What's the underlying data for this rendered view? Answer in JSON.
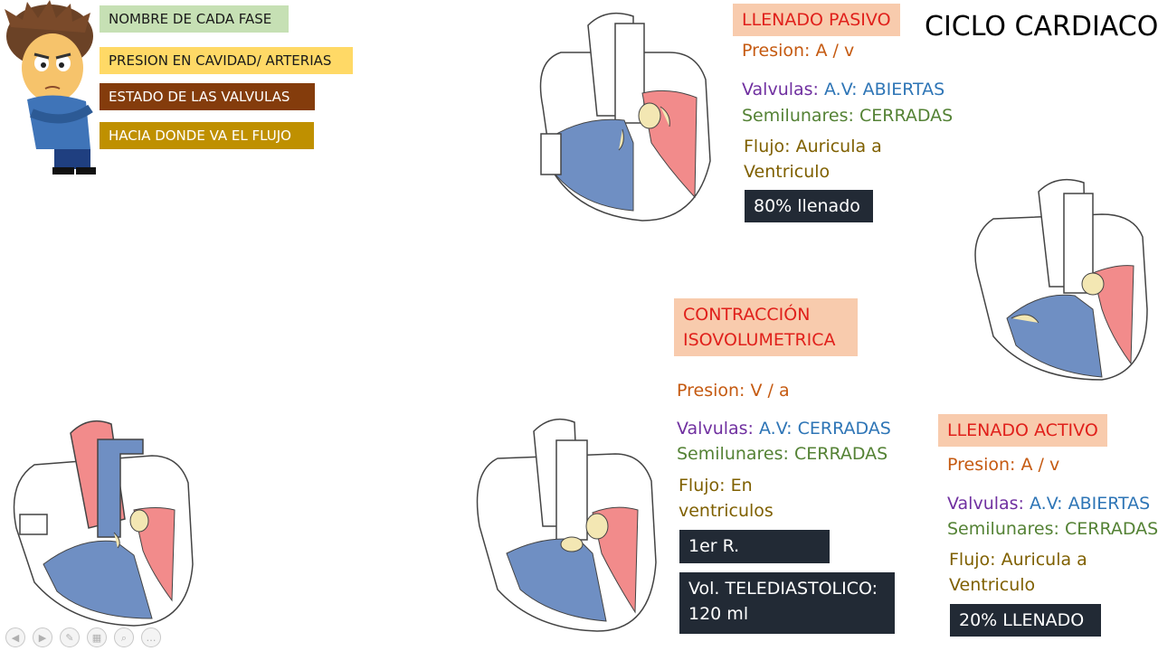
{
  "legend": [
    {
      "label": "NOMBRE DE CADA FASE",
      "color": "#c6e0b4"
    },
    {
      "label": "PRESION EN CAVIDAD/ ARTERIAS",
      "color": "#ffd966"
    },
    {
      "label": "ESTADO DE LAS VALVULAS",
      "color": "#843c0c"
    },
    {
      "label": "HACIA DONDE VA EL FLUJO",
      "color": "#bf9000"
    }
  ],
  "page_title": "CICLO CARDIACO",
  "phases": {
    "llenado_pasivo": {
      "title": "LLENADO PASIVO",
      "presion": "Presion: A / v",
      "valvulas_prefix": "Valvulas: ",
      "valvulas_av": "A.V: ABIERTAS",
      "semilunares": "Semilunares: CERRADAS",
      "flujo_line1": "Flujo: Auricula a",
      "flujo_line2": "Ventriculo",
      "box": "80% llenado"
    },
    "contraccion": {
      "title_line1": "CONTRACCIÓN",
      "title_line2": "ISOVOLUMETRICA",
      "presion": "Presion: V / a",
      "valvulas_prefix": "Valvulas: ",
      "valvulas_av": "A.V: CERRADAS",
      "semilunares": "Semilunares: CERRADAS",
      "flujo_line1": "Flujo: En",
      "flujo_line2": "ventriculos",
      "box1": "1er R.",
      "box2_line1": "Vol. TELEDIASTOLICO:",
      "box2_line2": "120 ml"
    },
    "llenado_activo": {
      "title": "LLENADO ACTIVO",
      "presion": "Presion: A / v",
      "valvulas_prefix": "Valvulas: ",
      "valvulas_av": "A.V: ABIERTAS",
      "semilunares": "Semilunares: CERRADAS",
      "flujo_line1": "Flujo: Auricula a",
      "flujo_line2": "Ventriculo",
      "box": "20% LLENADO"
    }
  },
  "colors": {
    "blood_blue": "#6f8fc3",
    "blood_red": "#f28b8b",
    "valve": "#f3e7b3"
  },
  "toolbar_icons": [
    "prev-icon",
    "next-icon",
    "pen-icon",
    "slides-icon",
    "zoom-icon",
    "more-icon"
  ]
}
